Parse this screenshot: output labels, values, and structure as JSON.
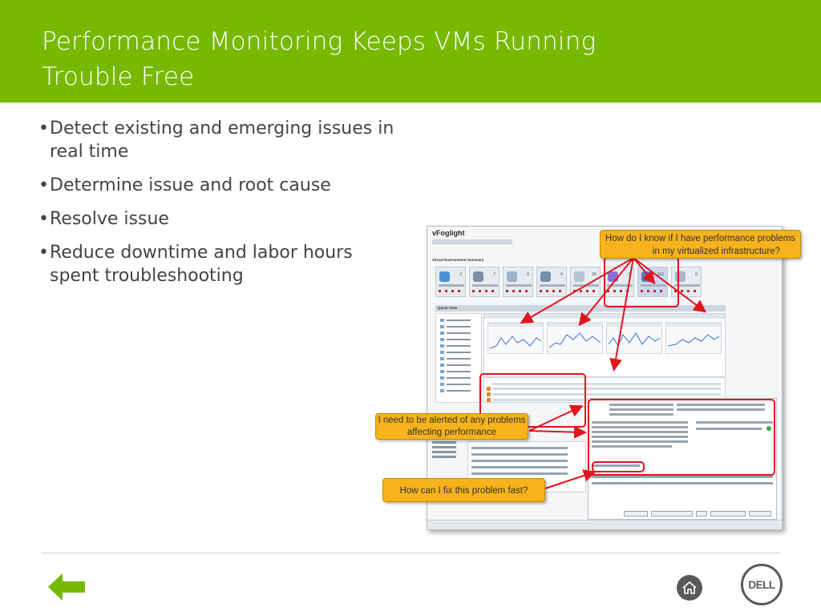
{
  "slide": {
    "title": "Performance Monitoring Keeps VMs Running\nTrouble Free",
    "bullets": [
      "Detect existing and emerging issues in real time",
      "Determine issue and root cause",
      "Resolve issue",
      "Reduce downtime and labor hours spent troubleshooting"
    ],
    "colors": {
      "header": "#76b900",
      "callout": "#f6b31c",
      "highlight": "#e2141d",
      "nav_button": "#76b900"
    }
  },
  "screenshot": {
    "logo": "vFoglight",
    "summary_title": "Virtual Environment Summary",
    "tile_counts": [
      "2",
      "7",
      "6",
      "6",
      "99",
      "3",
      "116",
      "0"
    ],
    "quick_view_label": "Quick-View"
  },
  "callouts": {
    "top": {
      "line1": "How do I know if I have performance problems",
      "line2": "in my virtualized infrastructure?"
    },
    "middle": {
      "line1": "I need to be alerted of any problems",
      "line2": "affecting performance"
    },
    "bottom": {
      "line1": "How can I fix this problem fast?"
    }
  },
  "icons": {
    "back": "back-arrow-icon",
    "home": "home-icon",
    "brand": "dell-logo-icon"
  }
}
